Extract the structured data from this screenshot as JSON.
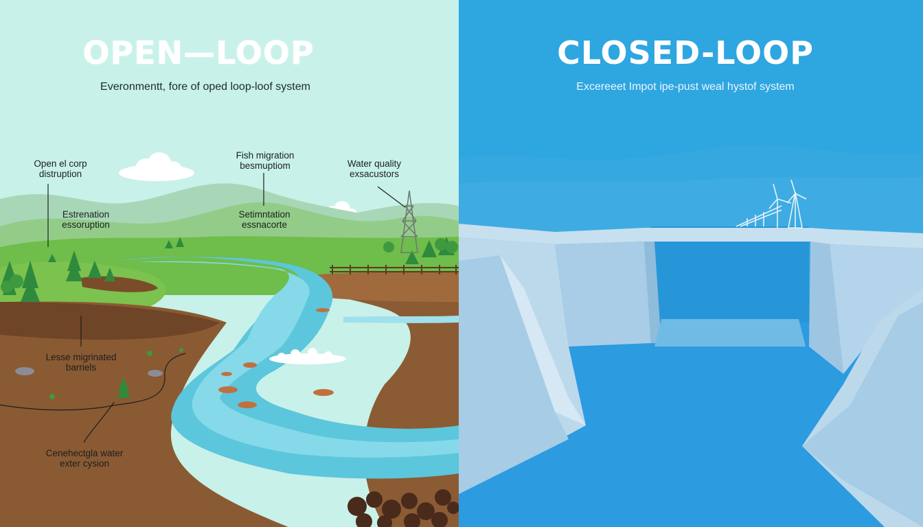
{
  "colors": {
    "left_sky": "#c8f1e9",
    "right_sky": "#2ea6e0",
    "grass": "#7cc24f",
    "soil": "#8a5a33",
    "river": "#5cc6dc",
    "concrete": "#a9cde6",
    "right_water": "#2c9be0"
  },
  "open_loop": {
    "title": "OPEN—LOOP",
    "subtitle": "Everonmentt, fore of oped loop-loof system",
    "labels": [
      {
        "text": "Open el corp\ndistruption"
      },
      {
        "text": "Fish migration\nbesmuptiom"
      },
      {
        "text": "Water quality\nexsacustors"
      },
      {
        "text": "Estrenation\nessoruption"
      },
      {
        "text": "Setimntation\nessnacorte"
      },
      {
        "text": "Lesse migrinated\nbarriels"
      },
      {
        "text": "Cenehectgla water\nexter cysion"
      }
    ]
  },
  "closed_loop": {
    "title": "CLOSED-LOOP",
    "subtitle": "Excereeet Impot ipe-pust weal hystof system"
  }
}
